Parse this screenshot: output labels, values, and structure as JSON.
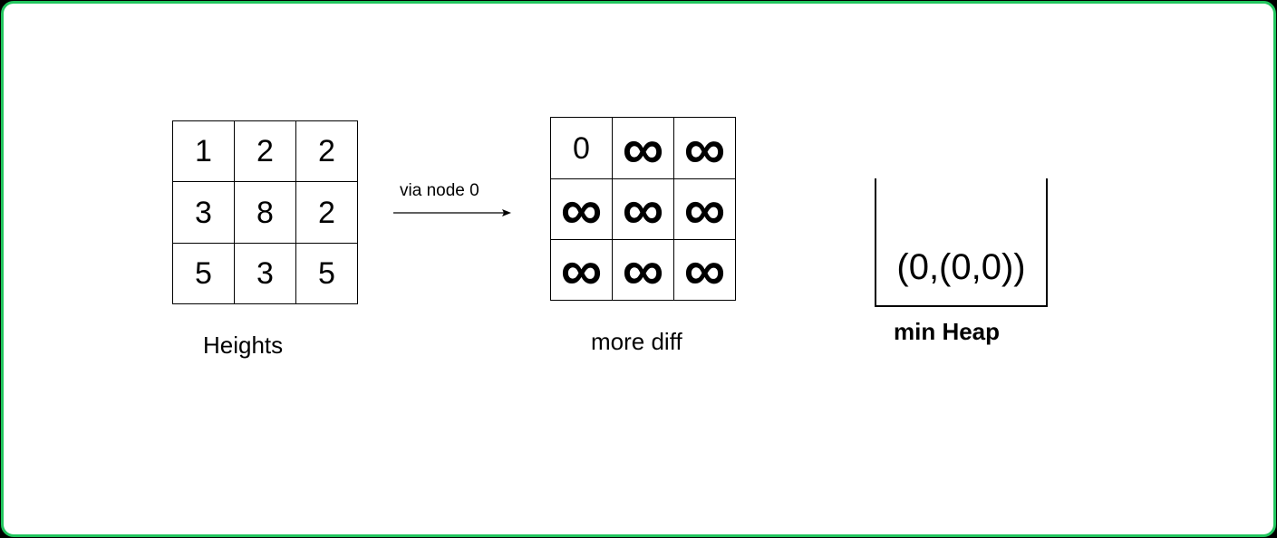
{
  "heights": {
    "caption": "Heights",
    "cells": [
      "1",
      "2",
      "2",
      "3",
      "8",
      "2",
      "5",
      "3",
      "5"
    ]
  },
  "arrow": {
    "label": "via node 0"
  },
  "diff": {
    "caption": "more diff",
    "cells": [
      "0",
      "∞",
      "∞",
      "∞",
      "∞",
      "∞",
      "∞",
      "∞",
      "∞"
    ]
  },
  "heap": {
    "caption": "min Heap",
    "entries": [
      "(0,(0,0))"
    ]
  },
  "colors": {
    "frame_border": "#22c55e",
    "background": "#ffffff",
    "outer": "#000000"
  }
}
